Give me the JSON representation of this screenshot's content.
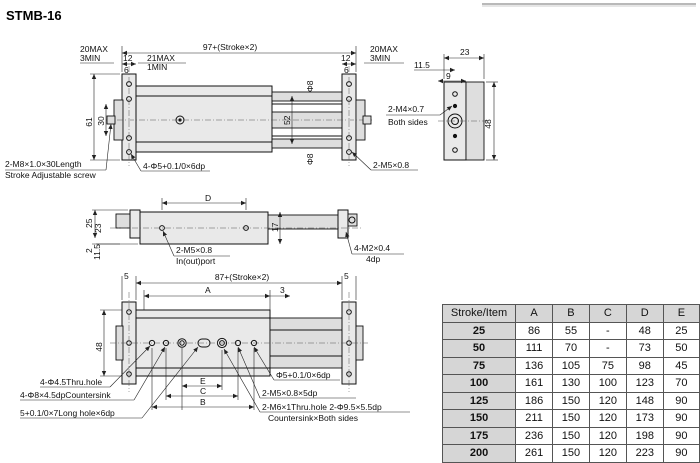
{
  "title": "STMB-16",
  "top_view": {
    "left_stroke_adj": [
      "20MAX",
      "3MIN"
    ],
    "left_12": "12",
    "left_6": "6",
    "mid_adj": [
      "21MAX",
      "1MIN"
    ],
    "overall": "97+(Stroke×2)",
    "right_stroke_adj": [
      "20MAX",
      "3MIN"
    ],
    "right_12": "12",
    "right_6": "6",
    "height_61": "61",
    "height_30": "30",
    "rod_dia_top": "Φ8",
    "rod_dia_bot": "Φ8",
    "mid_52": "52",
    "bolt_callout": [
      "2-M8×1.0×30Length",
      "Stroke Adjustable screw"
    ],
    "hole_callout": "4-Φ5+0.1/0×6dp",
    "port_callout": "2-M5×0.8"
  },
  "side_view": {
    "width_23": "23",
    "dim_11_5": "11.5",
    "dim_9": "9",
    "height_48": "48",
    "callout": [
      "2-M4×0.7",
      "Both sides"
    ]
  },
  "front_view": {
    "dim_D": "D",
    "dim_25": "25",
    "dim_23": "23",
    "dim_2": "2",
    "dim_11_5": "11.5",
    "dim_17": "17",
    "port_callout": [
      "2-M5×0.8",
      "In(out)port"
    ],
    "thread_callout": [
      "4-M2×0.4",
      "4dp"
    ]
  },
  "bottom_view": {
    "dim_5_left": "5",
    "overall": "87+(Stroke×2)",
    "dim_5_right": "5",
    "dim_A": "A",
    "dim_3": "3",
    "height_48": "48",
    "dim_E": "E",
    "dim_C": "C",
    "dim_B": "B",
    "callout_thru": "4-Φ4.5Thru.hole",
    "callout_cs": "4-Φ8×4.5dpCountersink",
    "callout_long": "5+0.1/0×7Long hole×6dp",
    "callout_pin": "Φ5+0.1/0×6dp",
    "callout_m5": "2-M5×0.8×5dp",
    "callout_m6": "2-M6×1Thru.hole 2-Φ9.5×5.5dp",
    "callout_cs2": "Countersink×Both sides"
  },
  "spec_table": {
    "headers": [
      "Stroke/Item",
      "A",
      "B",
      "C",
      "D",
      "E"
    ],
    "rows": [
      [
        "25",
        "86",
        "55",
        "-",
        "48",
        "25"
      ],
      [
        "50",
        "111",
        "70",
        "-",
        "73",
        "50"
      ],
      [
        "75",
        "136",
        "105",
        "75",
        "98",
        "45"
      ],
      [
        "100",
        "161",
        "130",
        "100",
        "123",
        "70"
      ],
      [
        "125",
        "186",
        "150",
        "120",
        "148",
        "90"
      ],
      [
        "150",
        "211",
        "150",
        "120",
        "173",
        "90"
      ],
      [
        "175",
        "236",
        "150",
        "120",
        "198",
        "90"
      ],
      [
        "200",
        "261",
        "150",
        "120",
        "223",
        "90"
      ]
    ]
  }
}
